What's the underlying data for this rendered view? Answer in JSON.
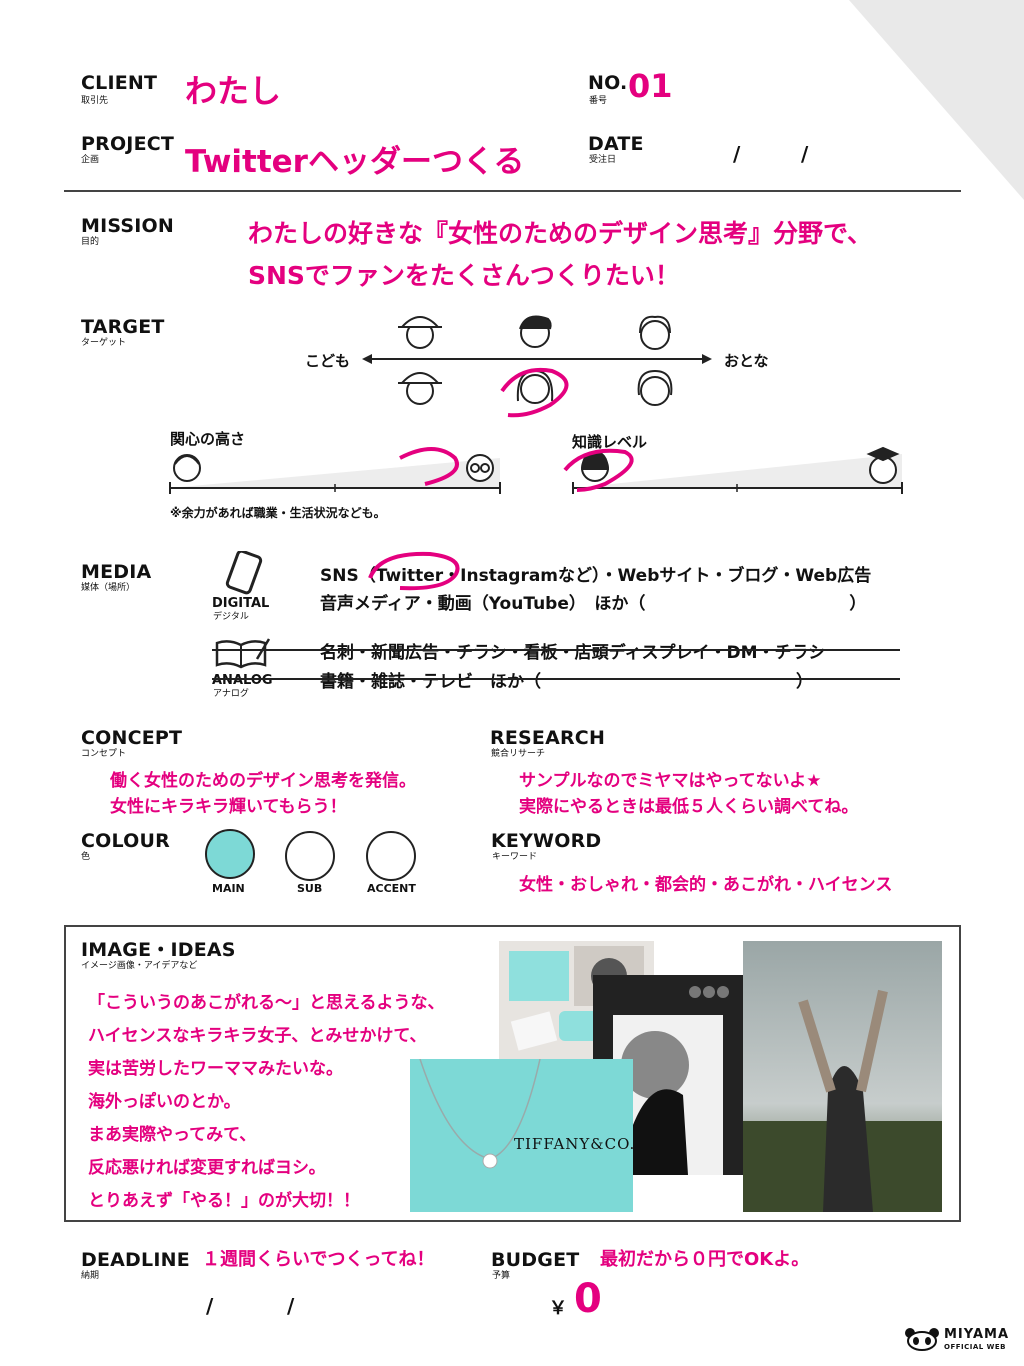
{
  "header": {
    "client_label": "CLIENT",
    "client_sub": "取引先",
    "client_value": "わたし",
    "no_label": "NO.",
    "no_sub": "番号",
    "no_value": "01",
    "project_label": "PROJECT",
    "project_sub": "企画",
    "project_value": "Twitterヘッダーつくる",
    "date_label": "DATE",
    "date_sub": "受注日",
    "date_slash1": "/",
    "date_slash2": "/"
  },
  "mission": {
    "label": "MISSION",
    "sub": "目的",
    "line1": "わたしの好きな『女性のためのデザイン思考』分野で、",
    "line2": "SNSでファンをたくさんつくりたい！"
  },
  "target": {
    "label": "TARGET",
    "sub": "ターゲット",
    "left": "こども",
    "right": "おとな",
    "interest_label": "関心の高さ",
    "knowledge_label": "知識レベル",
    "note": "※余力があれば職業・生活状況なども。"
  },
  "media": {
    "label": "MEDIA",
    "sub": "媒体（場所）",
    "digital_label": "DIGITAL",
    "digital_sub": "デジタル",
    "digital_line1": "SNS（Twitter・Instagramなど）・Webサイト・ブログ・Web広告",
    "digital_line2": "音声メディア・動画（YouTube）　ほか（　　　　　　　　　　　　）",
    "analog_label": "ANALOG",
    "analog_sub": "アナログ",
    "analog_line1": "名刺・新聞広告・チラシ・看板・店頭ディスプレイ・DM・チラシ",
    "analog_line2": "書籍・雑誌・テレビ　ほか（　　　　　　　　　　　　　　　）"
  },
  "concept": {
    "label": "CONCEPT",
    "sub": "コンセプト",
    "line1": "働く女性のためのデザイン思考を発信。",
    "line2": "女性にキラキラ輝いてもらう！"
  },
  "research": {
    "label": "RESEARCH",
    "sub": "競合リサーチ",
    "line1": "サンプルなのでミヤマはやってないよ★",
    "line2": "実際にやるときは最低５人くらい調べてね。"
  },
  "colour": {
    "label": "COLOUR",
    "sub": "色",
    "main": "MAIN",
    "sub_name": "SUB",
    "accent": "ACCENT",
    "main_color": "#7dd9d6"
  },
  "keyword": {
    "label": "KEYWORD",
    "sub": "キーワード",
    "value": "女性・おしゃれ・都会的・あこがれ・ハイセンス"
  },
  "image_ideas": {
    "label": "IMAGE・IDEAS",
    "sub": "イメージ画像・アイデアなど",
    "lines": [
      "「こういうのあこがれる〜」と思えるような、",
      "ハイセンスなキラキラ女子、とみせかけて、",
      "実は苦労したワーママみたいな。",
      "海外っぽいのとか。",
      "まあ実際やってみて、",
      "反応悪ければ変更すればヨシ。",
      "とりあえず「やる！」のが大切！！"
    ],
    "photo_brand": "TIFFANY&CO."
  },
  "deadline": {
    "label": "DEADLINE",
    "sub": "納期",
    "value": "１週間くらいでつくってね！",
    "slash1": "/",
    "slash2": "/"
  },
  "budget": {
    "label": "BUDGET",
    "sub": "予算",
    "value": "最初だから０円でOKよ。",
    "currency": "￥",
    "amount": "0"
  },
  "footer": {
    "brand": "MIYAMA",
    "brand_sub": "OFFICIAL WEB"
  },
  "colors": {
    "accent": "#e4007f",
    "tiffany": "#7dd9d6"
  }
}
